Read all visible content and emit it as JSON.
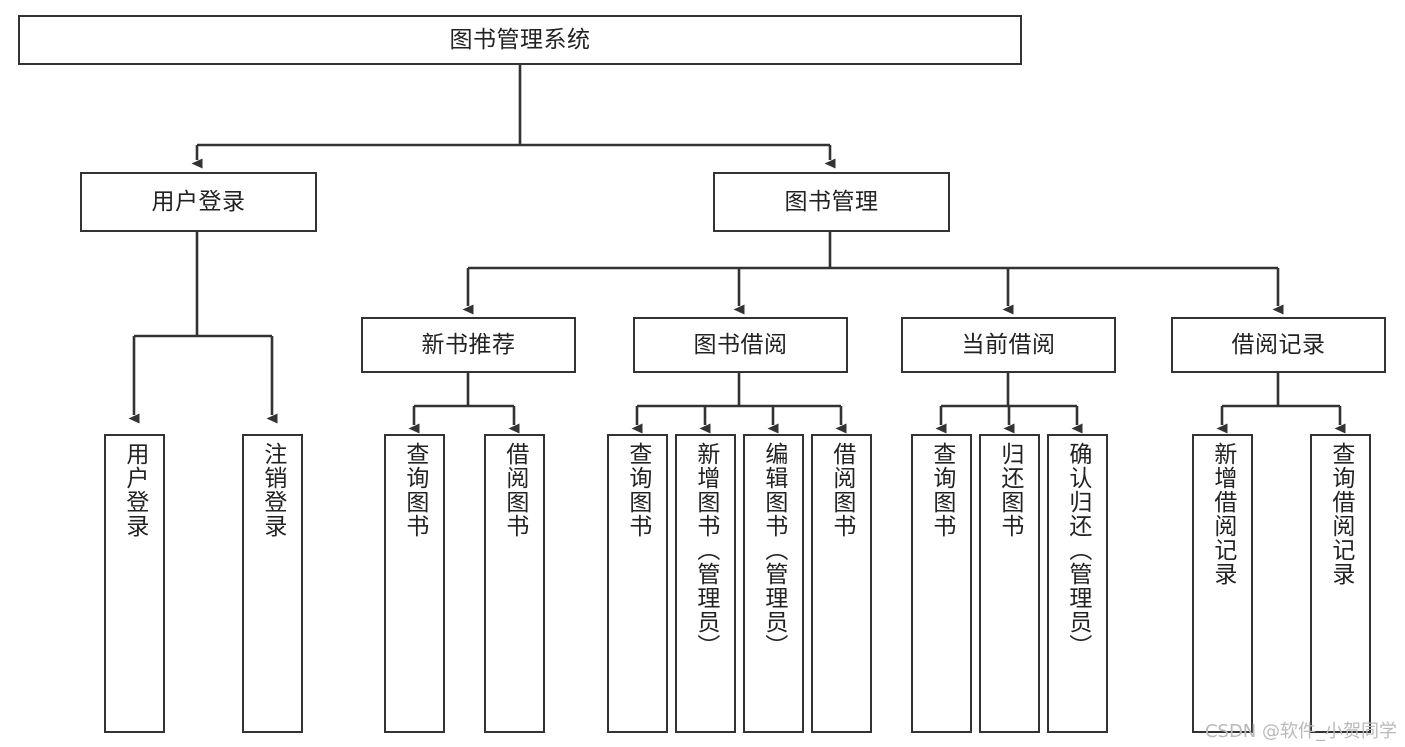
{
  "diagram": {
    "type": "tree",
    "title": "图书管理系统",
    "orientation": "top-down",
    "colors": {
      "box_border": "#333333",
      "box_fill": "#ffffff",
      "edge": "#333333",
      "text": "#222222",
      "watermark": "#b9b9b9"
    }
  },
  "nodes": {
    "root": {
      "label": "图书管理系统",
      "level": 0
    },
    "level1": [
      {
        "id": "user-login",
        "label": "用户登录"
      },
      {
        "id": "book-management",
        "label": "图书管理"
      }
    ],
    "level2": [
      {
        "id": "new-book-recommend",
        "label": "新书推荐"
      },
      {
        "id": "book-borrow",
        "label": "图书借阅"
      },
      {
        "id": "current-borrow",
        "label": "当前借阅"
      },
      {
        "id": "borrow-record",
        "label": "借阅记录"
      }
    ],
    "leaves": {
      "user-login": [
        {
          "id": "leaf-user-login",
          "label": "用户登录"
        },
        {
          "id": "leaf-logout-login",
          "label": "注销登录"
        }
      ],
      "new-book-recommend": [
        {
          "id": "leaf-query-book-1",
          "label": "查询图书"
        },
        {
          "id": "leaf-borrow-book-1",
          "label": "借阅图书"
        }
      ],
      "book-borrow": [
        {
          "id": "leaf-query-book-2",
          "label": "查询图书"
        },
        {
          "id": "leaf-add-book",
          "label": "新增图书（管理员）"
        },
        {
          "id": "leaf-edit-book",
          "label": "编辑图书（管理员）"
        },
        {
          "id": "leaf-borrow-book-2",
          "label": "借阅图书"
        }
      ],
      "current-borrow": [
        {
          "id": "leaf-query-book-3",
          "label": "查询图书"
        },
        {
          "id": "leaf-return-book",
          "label": "归还图书"
        },
        {
          "id": "leaf-confirm-return",
          "label": "确认归还（管理员）"
        }
      ],
      "borrow-record": [
        {
          "id": "leaf-add-record",
          "label": "新增借阅记录"
        },
        {
          "id": "leaf-query-record",
          "label": "查询借阅记录"
        }
      ]
    }
  },
  "watermark": {
    "text": "CSDN @软件_小贺同学"
  }
}
